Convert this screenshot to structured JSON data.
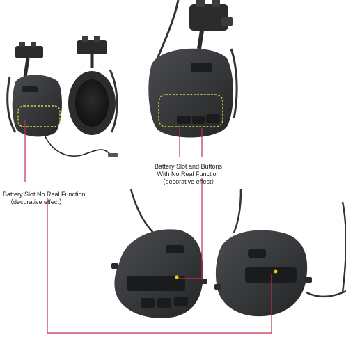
{
  "annotations": {
    "left_line1": "Battery Slot  No Real Function",
    "left_line2": "（decorative effect）",
    "mid_line1": "Battery Slot and Buttons",
    "mid_line2": "With No Real Function",
    "mid_line3": "（decorative effect）"
  },
  "colors": {
    "background": "#ffffff",
    "shell": "#2f3133",
    "cushion": "#1c1c1d",
    "dashed_outline": "#d8d23a",
    "callout_line": "#c0304a",
    "indicator_led": "#f5d200",
    "text": "#1a1a1a"
  }
}
